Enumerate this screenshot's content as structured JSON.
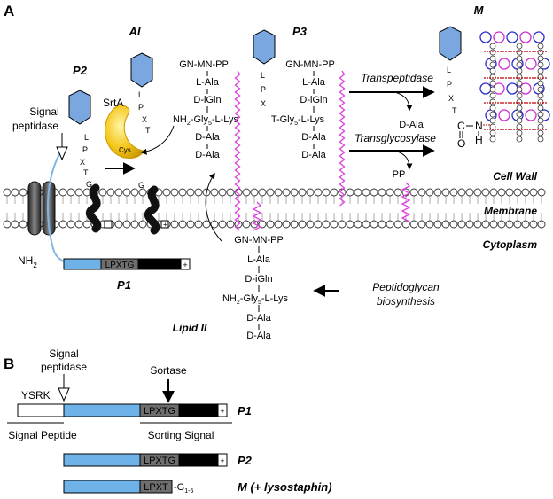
{
  "panel_a": {
    "label": "A",
    "regions": {
      "cell_wall": "Cell Wall",
      "membrane": "Membrane",
      "cytoplasm": "Cytoplasm"
    },
    "signal_peptidase": {
      "line1": "Signal",
      "line2": "peptidase"
    },
    "nh2": "NH",
    "nh2_sub": "2",
    "srta": "SrtA",
    "cys": "Cys",
    "p2_label": "P2",
    "ai_label": "AI",
    "p3_label": "P3",
    "m_label": "M",
    "p1_label": "P1",
    "lipid_label": "Lipid II",
    "lpxtg": "LPXTG",
    "plus": "+",
    "g": "G",
    "motif_l": "L",
    "motif_p": "P",
    "motif_x": "X",
    "motif_t": "T",
    "nh2_gly_lys": "NH",
    "nh2_gly_lys_mid": "2",
    "gly_text": "-Gly",
    "gly_sub": "5",
    "lys_text": "-L-Lys",
    "t_gly_text": "T-Gly",
    "stem": {
      "gnmnpp": "GN-MN-PP",
      "lala": "L-Ala",
      "digln": "D-iGln",
      "dala": "D-Ala"
    },
    "transpeptidase": "Transpeptidase",
    "dala_free": "D-Ala",
    "transglycosylase": "Transglycosylase",
    "pp": "PP",
    "peptidoglycan": {
      "line1": "Peptidoglycan",
      "line2": "biosynthesis"
    },
    "amide": {
      "c": "C",
      "n": "N",
      "h": "H",
      "o": "O"
    }
  },
  "panel_b": {
    "label": "B",
    "signal_peptidase": {
      "line1": "Signal",
      "line2": "peptidase"
    },
    "sortase": "Sortase",
    "ysrk": "YSRK",
    "signal_peptide": "Signal Peptide",
    "sorting_signal": "Sorting Signal",
    "lpxtg": "LPXTG",
    "lpxt": "LPXT",
    "g15": "-G",
    "g15_sub": "1-5",
    "plus": "+",
    "rows": [
      {
        "label": "P1"
      },
      {
        "label": "P2"
      },
      {
        "label": "M (+ lysostaphin)"
      }
    ]
  },
  "colors": {
    "protein_blue": "#6fb2e8",
    "lpxtg_gray": "#6e6e6e",
    "hexagon_blue": "#7ba7e0",
    "srta_yellow": "#f5c518",
    "pentaglycine_pink": "#e040e0",
    "glycan_blue": "#2a2ad0",
    "glycan_pink": "#d02ad0",
    "crosslink_red": "#c00000"
  }
}
